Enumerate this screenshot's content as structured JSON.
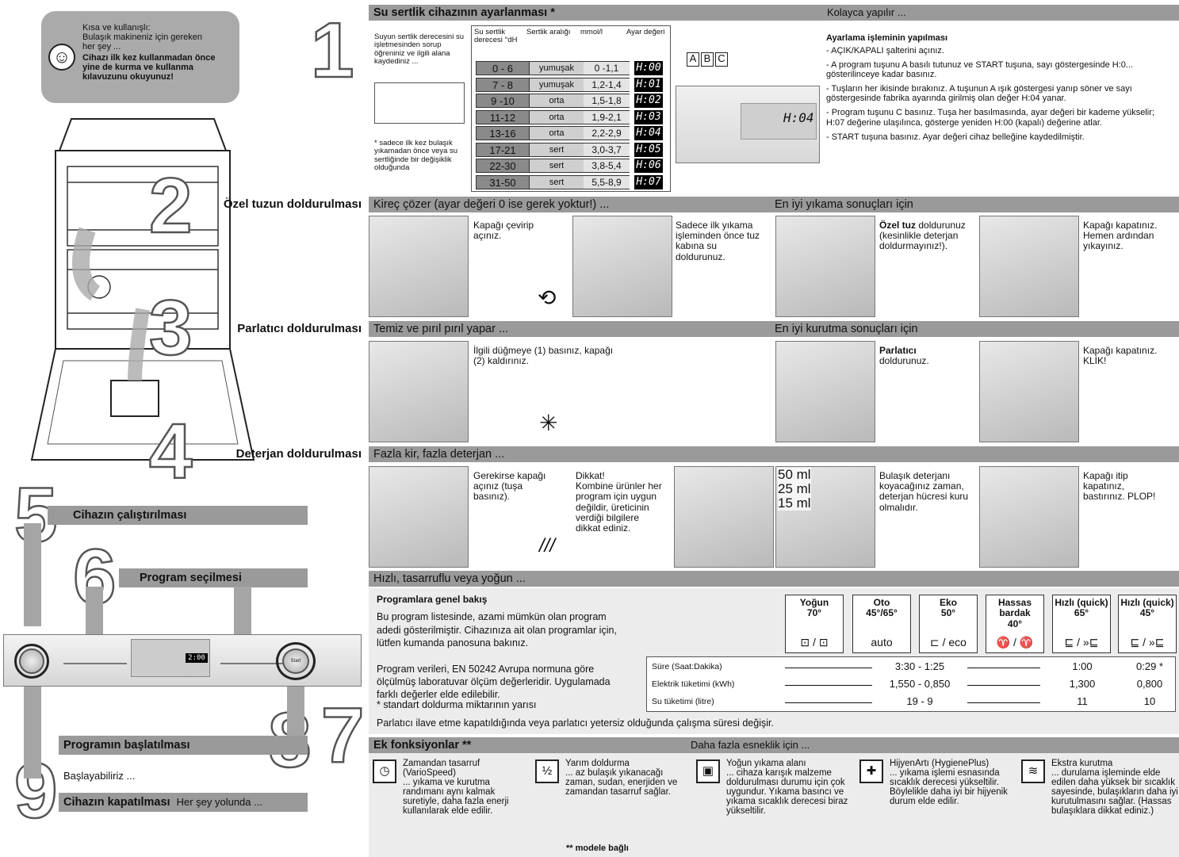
{
  "intro": {
    "line1": "Kısa ve kullanışlı:",
    "line2": "Bulaşık makineniz için gereken",
    "line3": "her şey ...",
    "bold": "Cihazı ilk kez kullanmadan önce yine de kurma ve kullanma kılavuzunu okuyunuz!"
  },
  "nums": {
    "n1": "1",
    "n2": "2",
    "n3": "3",
    "n4": "4",
    "n5": "5",
    "n6": "6",
    "n7": "7",
    "n8": "8",
    "n9": "9"
  },
  "s1": {
    "title": "Su sertlik cihazının ayarlanması *",
    "right": "Kolayca yapılır ...",
    "left_text": "Suyun sertlik derecesini su işletmesinden sorup öğreniniz ve ilgili alana kaydediniz ...",
    "note": "* sadece ilk kez bulaşık yıkamadan önce veya su sertliğinde bir değişiklik olduğunda",
    "col1": "Su sertlik derecesi °dH",
    "col2": "Sertlik aralığı",
    "col3": "mmol/l",
    "col4": "Ayar değeri",
    "rows": [
      [
        "0 - 6",
        "yumuşak",
        "0 -1,1",
        "H:00"
      ],
      [
        "7 - 8",
        "yumuşak",
        "1,2-1,4",
        "H:01"
      ],
      [
        "9 -10",
        "orta",
        "1,5-1,8",
        "H:02"
      ],
      [
        "11-12",
        "orta",
        "1,9-2,1",
        "H:03"
      ],
      [
        "13-16",
        "orta",
        "2,2-2,9",
        "H:04"
      ],
      [
        "17-21",
        "sert",
        "3,0-3,7",
        "H:05"
      ],
      [
        "22-30",
        "sert",
        "3,8-5,4",
        "H:06"
      ],
      [
        "31-50",
        "sert",
        "5,5-8,9",
        "H:07"
      ]
    ],
    "keys": [
      "A",
      "B",
      "C"
    ],
    "display": "H:04",
    "steps_title": "Ayarlama işleminin yapılması",
    "steps": [
      "- AÇIK/KAPALI şalterini açınız.",
      "- A program tuşunu A basılı tutunuz ve START tuşuna, sayı göstergesinde H:0... gösterilinceye kadar basınız.",
      "- Tuşların her ikisinde bırakınız. A tuşunun A ışık göstergesi yanıp söner ve sayı göstergesinde fabrika ayarında girilmiş olan değer H:04 yanar.",
      "- Program tuşunu C basınız. Tuşa her basılmasında, ayar değeri bir kademe yükselir; H:07 değerine ulaşılınca, gösterge yeniden H:00 (kapalı) değerine atlar.",
      "- START tuşuna basınız. Ayar değeri cihaz belleğine kaydedilmiştir."
    ]
  },
  "s2": {
    "title": "Özel tuzun doldurulması",
    "mid": "Kireç çözer (ayar değeri 0 ise gerek yoktur!) ...",
    "right": "En iyi yıkama sonuçları için",
    "c1": "Kapağı çevirip açınız.",
    "c2": "Sadece ilk yıkama işleminden önce tuz kabına su doldurunuz.",
    "c3b": "Özel tuz",
    "c3": "doldurunuz (kesinlikle deterjan doldurmayınız!).",
    "c4": "Kapağı kapatınız. Hemen ardından yıkayınız.",
    "sym": "⟲"
  },
  "s3": {
    "title": "Parlatıcı doldurulması",
    "mid": "Temiz ve pırıl pırıl yapar ...",
    "right": "En iyi kurutma sonuçları için",
    "c1": "İlgili düğmeye (1) basınız, kapağı (2) kaldırınız.",
    "c3b": "Parlatıcı",
    "c3": "doldurunuz.",
    "c4": "Kapağı kapatınız. KLİK!",
    "sym": "✳"
  },
  "s4": {
    "title": "Deterjan doldurulması",
    "mid": "Fazla kir, fazla deterjan ...",
    "c1": "Gerekirse kapağı açınız (tuşa basınız).",
    "c2b": "Dikkat!",
    "c2": "Kombine ürünler her program için uygun değildir, üreticinin verdiği bilgilere dikkat ediniz.",
    "ml": [
      "50 ml",
      "25 ml",
      "15 ml"
    ],
    "c3": "Bulaşık deterjanı koyacağınız zaman, deterjan hücresi kuru olmalıdır.",
    "c4": "Kapağı itip kapatınız, bastırınız. PLOP!",
    "sym": "///"
  },
  "s5": {
    "title": "Cihazın çalıştırılması"
  },
  "s6": {
    "title": "Program seçilmesi"
  },
  "s8": {
    "title": "Programın başlatılması"
  },
  "s9": {
    "pre": "Başlayabiliriz ...",
    "title": "Cihazın kapatılması",
    "post": "Her şey yolunda ..."
  },
  "panel": {
    "display": "2:00"
  },
  "prog": {
    "bar": "Hızlı, tasarruflu veya yoğun ...",
    "title": "Programlara genel bakış",
    "text": "Bu program listesinde, azami mümkün olan program adedi gösterilmiştir. Cihazınıza ait olan programlar için, lütfen kumanda panosuna bakınız.",
    "text2": "Program verileri, EN 50242 Avrupa normuna göre ölçülmüş laboratuvar ölçüm değerleridir. Uygulamada farklı değerler elde edilebilir.",
    "note": "* standart doldurma miktarının yarısı",
    "boxes": [
      {
        "n": "Yoğun",
        "t": "70°",
        "s": "⊡ / ⊡"
      },
      {
        "n": "Oto",
        "t": "45°/65°",
        "s": "auto"
      },
      {
        "n": "Eko",
        "t": "50°",
        "s": "⊏ / eco"
      },
      {
        "n": "Hassas bardak",
        "t": "40°",
        "s": "♈ / ♈"
      },
      {
        "n": "Hızlı (quick)",
        "t": "65°",
        "s": "⊑ / »⊑"
      },
      {
        "n": "Hızlı (quick)",
        "t": "45°",
        "s": "⊑ / »⊑"
      }
    ],
    "rows": [
      {
        "l": "Süre (Saat:Dakika)",
        "m": "3:30 - 1:25",
        "a": "1:00",
        "b": "0:29 *"
      },
      {
        "l": "Elektrik tüketimi (kWh)",
        "m": "1,550 - 0,850",
        "a": "1,300",
        "b": "0,800"
      },
      {
        "l": "Su tüketimi (litre)",
        "m": "19 - 9",
        "a": "11",
        "b": "10"
      }
    ],
    "footer": "Parlatıcı ilave etme kapatıldığında veya parlatıcı yetersiz olduğunda çalışma süresi değişir."
  },
  "ek": {
    "title": "Ek fonksiyonlar **",
    "right": "Daha fazla esneklik için ...",
    "foot": "** modele bağlı",
    "items": [
      {
        "t": "Zamandan tasarruf (VarioSpeed)",
        "d": "... yıkama ve kurutma randımanı aynı kalmak suretiyle, daha fazla enerji kullanılarak elde edilir.",
        "i": "◷"
      },
      {
        "t": "Yarım doldurma",
        "d": "... az bulaşık yıkanacağı zaman, sudan, enerjiden ve zamandan tasarruf sağlar.",
        "i": "½"
      },
      {
        "t": "Yoğun yıkama alanı",
        "d": "... cihaza karışık malzeme doldurulması durumu için çok uygundur. Yıkama basıncı ve yıkama sıcaklık derecesi biraz yükseltilir.",
        "i": "▣"
      },
      {
        "t": "HijyenArtı (HygienePlus)",
        "d": "... yıkama işlemi esnasında sıcaklık derecesi yükseltilir. Böylelikle daha iyi bir hijyenik durum elde edilir.",
        "i": "✚"
      },
      {
        "t": "Ekstra kurutma",
        "d": "... durulama işleminde elde edilen daha yüksek bir sıcaklık sayesinde, bulaşıkların daha iyi kurutulmasını sağlar. (Hassas bulaşıklara dikkat ediniz.)",
        "i": "≋"
      }
    ]
  }
}
